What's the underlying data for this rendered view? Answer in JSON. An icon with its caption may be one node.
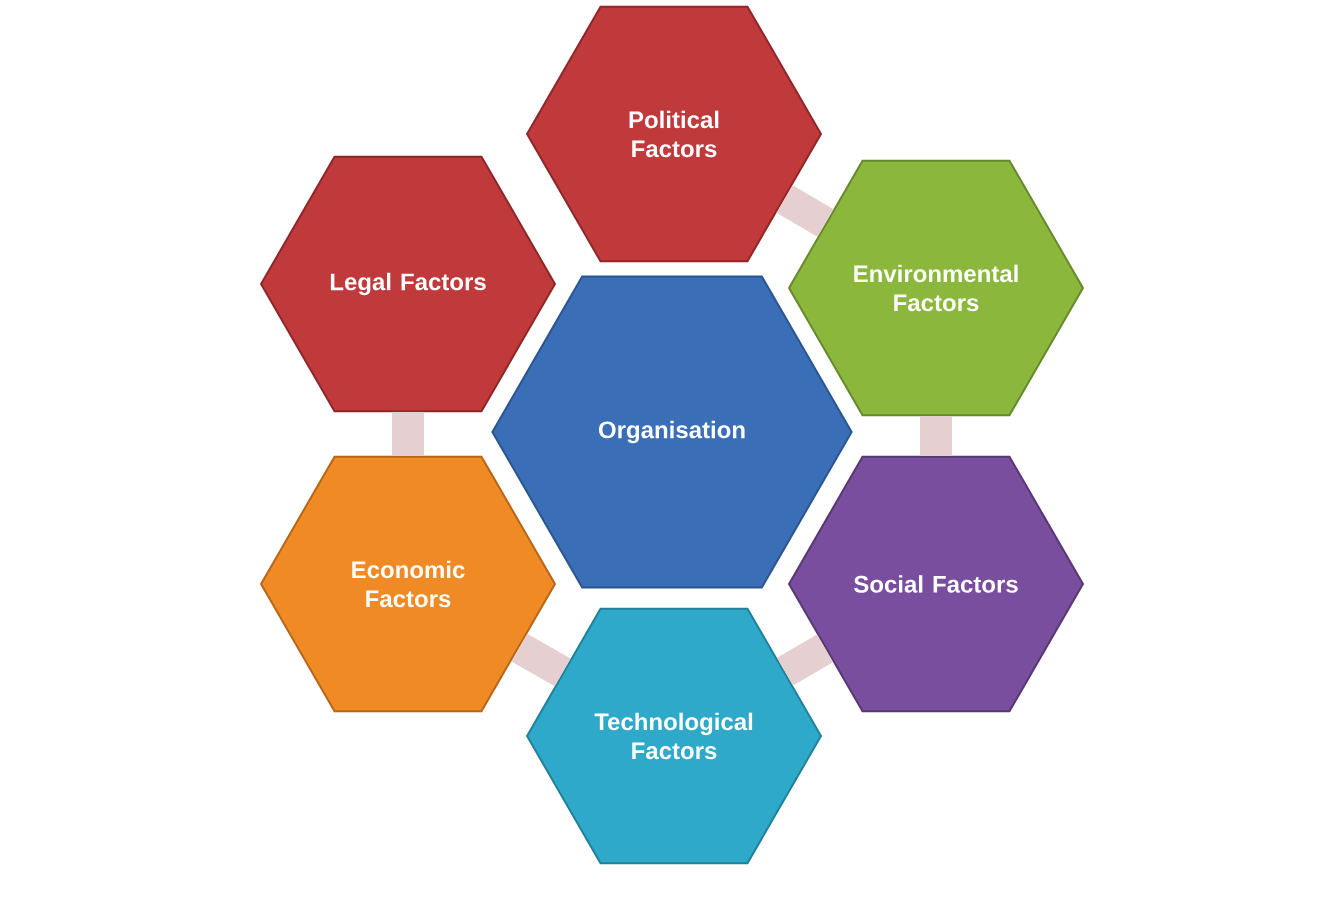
{
  "diagram": {
    "nodes": [
      {
        "text": [
          "Organisation"
        ]
      },
      {
        "text": [
          "Political Factors"
        ]
      },
      {
        "text": [
          "Legal Factors"
        ]
      },
      {
        "text": [
          "Environmental Factors"
        ]
      },
      {
        "text": [
          "Economic Factors"
        ]
      },
      {
        "text": [
          "Social Factors"
        ]
      },
      {
        "text": [
          "Technological Factors"
        ]
      }
    ],
    "edges": [
      {
        "from": 1,
        "to": 3,
        "arrow": "none"
      },
      {
        "from": 3,
        "to": 5,
        "arrow": "none"
      },
      {
        "from": 5,
        "to": 6,
        "arrow": "none"
      },
      {
        "from": 6,
        "to": 4,
        "arrow": "none"
      },
      {
        "from": 4,
        "to": 2,
        "arrow": "none"
      }
    ]
  }
}
